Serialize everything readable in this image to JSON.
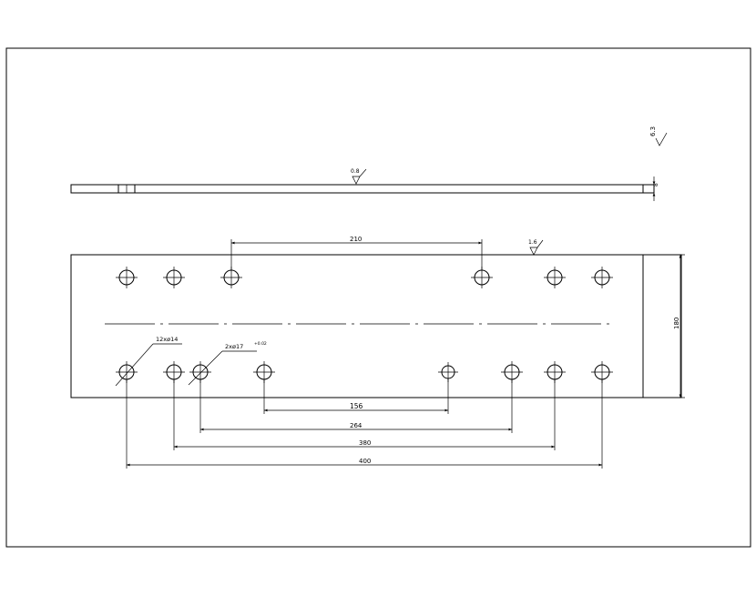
{
  "drawing": {
    "roughness_top": "6.3",
    "roughness_side": "0.8",
    "roughness_front": "1.6",
    "thickness_label": "8",
    "height_label": "180",
    "callout_holes": "12xø14",
    "callout_pins": "2xø17",
    "callout_pins_tol": "+0.02",
    "dim_210": "210",
    "dim_156": "156",
    "dim_264": "264",
    "dim_380": "380",
    "dim_400": "400"
  }
}
